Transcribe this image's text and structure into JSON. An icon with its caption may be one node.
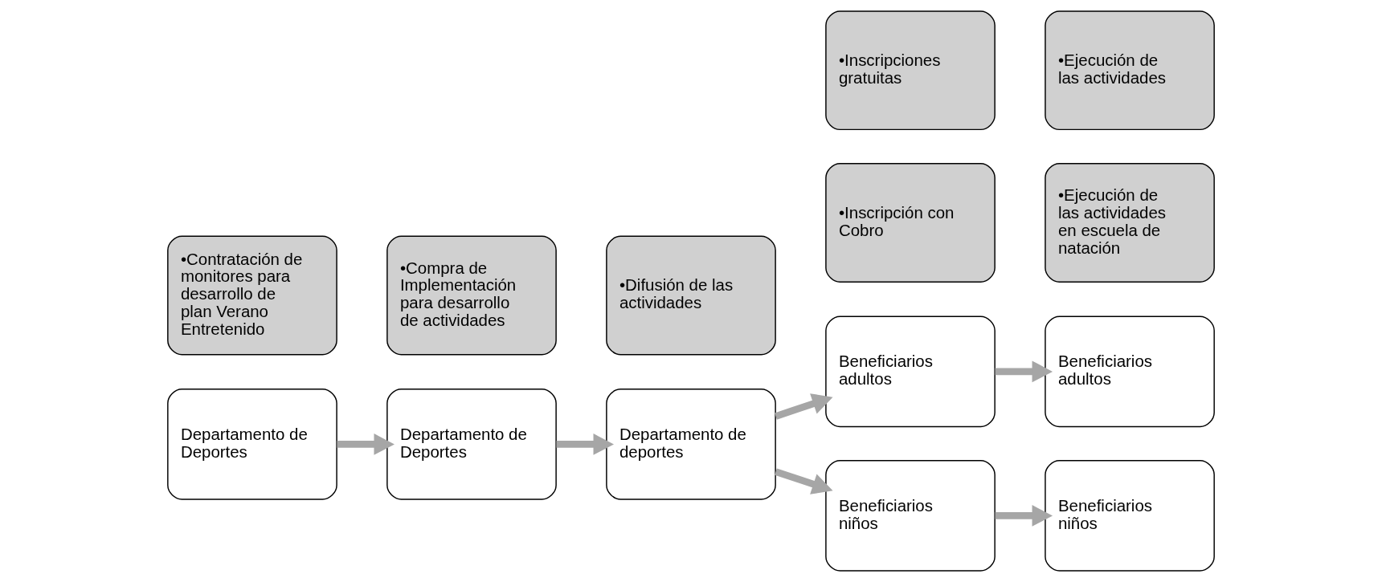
{
  "diagram": {
    "nodes": [
      {
        "text": [
          "Departamento de Deportes"
        ]
      },
      {
        "text": [
          "•Contratación de monitores para desarrollo de plan Verano Entretenido"
        ]
      },
      {
        "text": [
          "Departamento de Deportes"
        ]
      },
      {
        "text": [
          "•Compra de Implementación para desarrollo de actividades"
        ]
      },
      {
        "text": [
          "Departamento de deportes"
        ]
      },
      {
        "text": [
          "•Difusión de las actividades"
        ]
      },
      {
        "text": [
          "Beneficiarios adultos"
        ]
      },
      {
        "text": [
          "•Inscripción con Cobro"
        ]
      },
      {
        "text": [
          "Beneficiarios adultos"
        ]
      },
      {
        "text": [
          "•Ejecución de las actividades en escuela de natación"
        ]
      },
      {
        "text": [
          "Beneficiarios niños"
        ]
      },
      {
        "text": [
          "•Inscripciones gratuitas"
        ]
      },
      {
        "text": [
          "Beneficiarios niños"
        ]
      },
      {
        "text": [
          "•Ejecución de las actividades"
        ]
      }
    ],
    "edges": [
      {
        "from": 0,
        "to": 2,
        "arrow": "to"
      },
      {
        "from": 2,
        "to": 4,
        "arrow": "to"
      },
      {
        "from": 4,
        "to": 6,
        "arrow": "to"
      },
      {
        "from": 6,
        "to": 8,
        "arrow": "to"
      },
      {
        "from": 4,
        "to": 10,
        "arrow": "to"
      },
      {
        "from": 10,
        "to": 12,
        "arrow": "to"
      }
    ]
  }
}
